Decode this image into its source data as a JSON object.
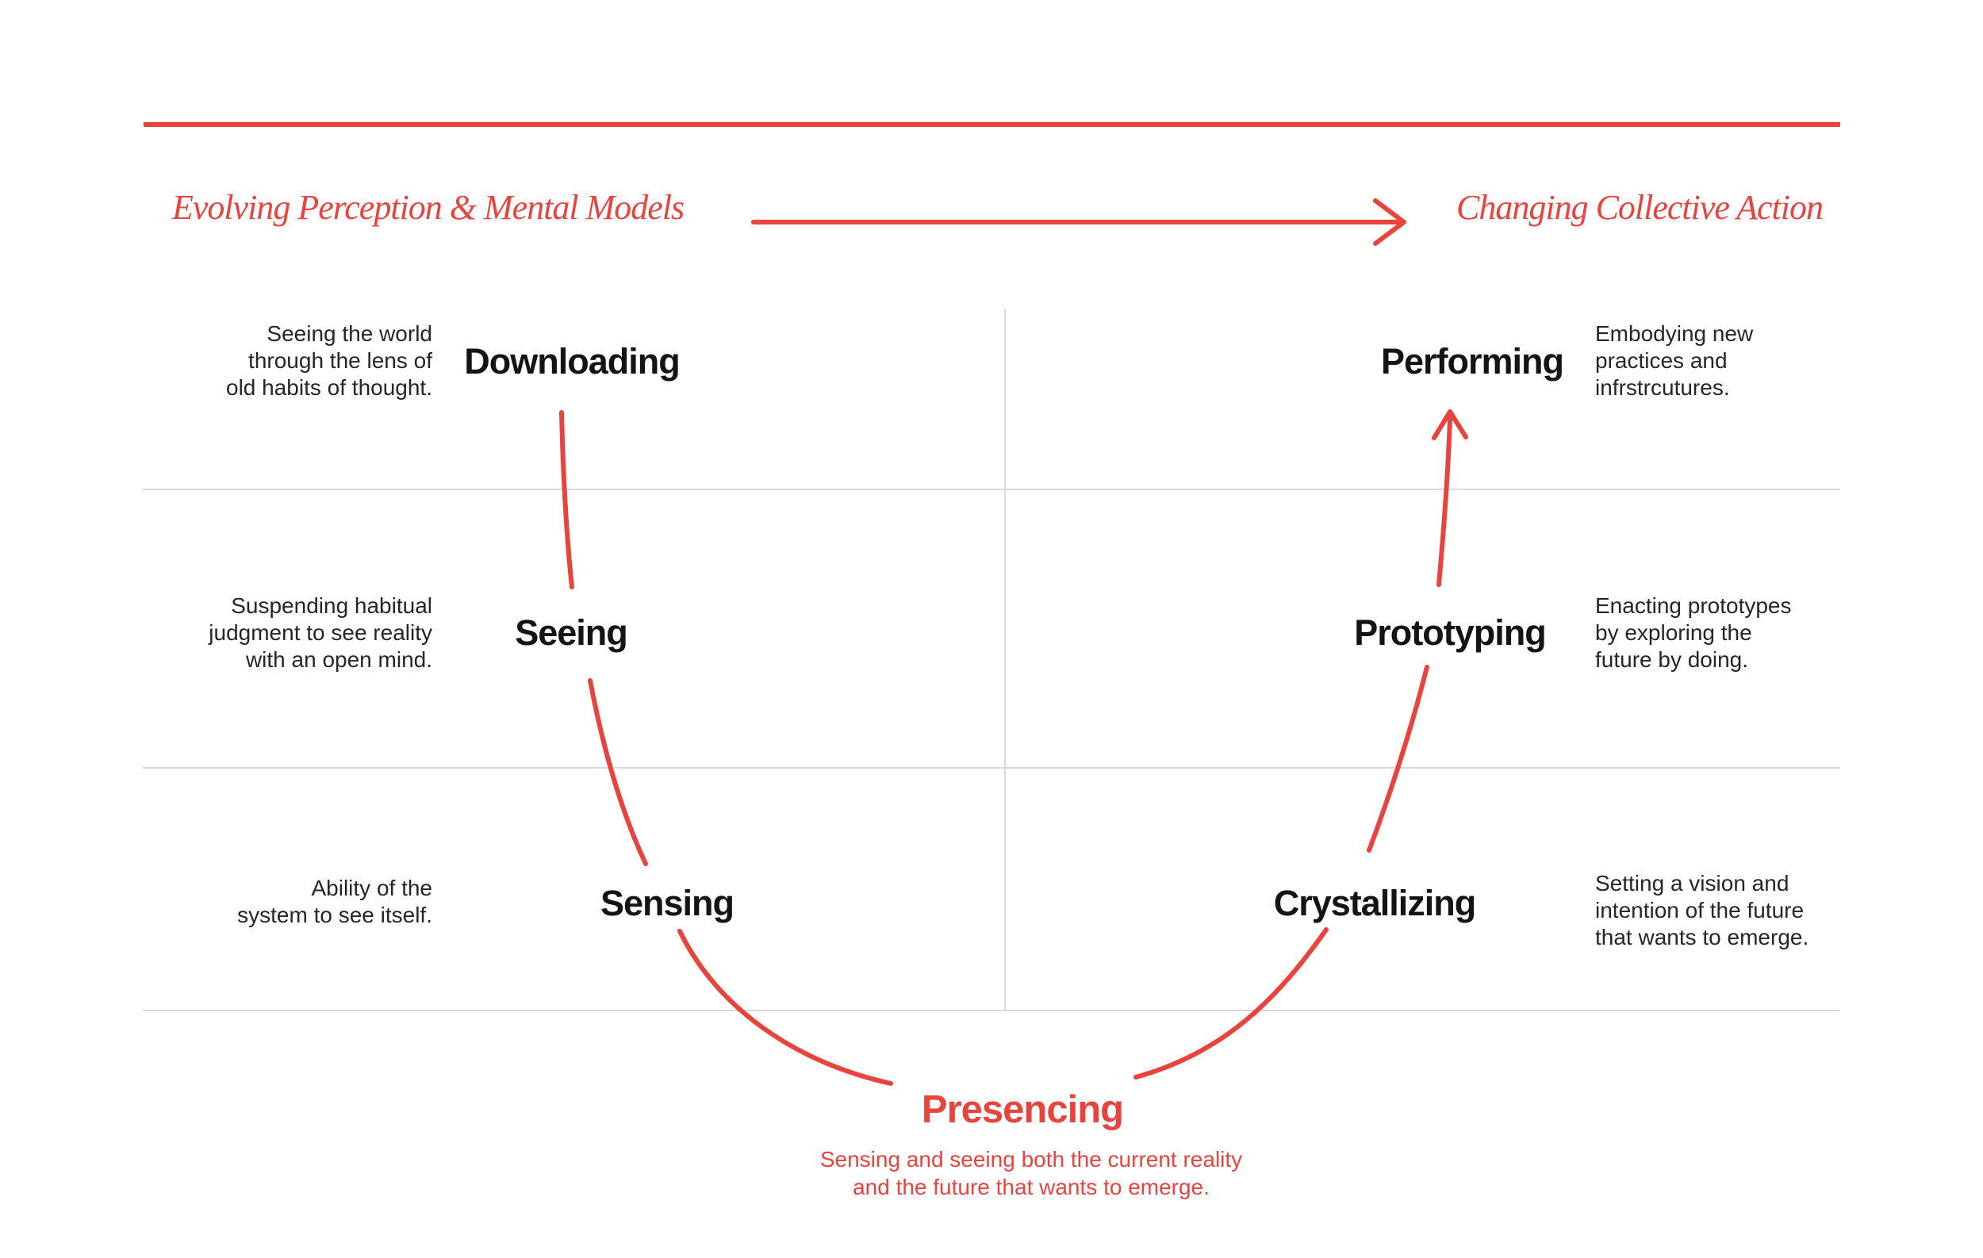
{
  "colors": {
    "accent_red": "#e8433c",
    "grid_gray": "#d9d9d9",
    "text_black": "#141414",
    "background": "#ffffff"
  },
  "header": {
    "left_title": "Evolving Perception & Mental Models",
    "right_title": "Changing Collective Action",
    "arrow_icon": "right-arrow"
  },
  "left_column_stages": [
    {
      "label": "Downloading",
      "description": "Seeing the world\nthrough the lens of\nold habits of thought."
    },
    {
      "label": "Seeing",
      "description": "Suspending habitual\njudgment to see reality\nwith an open mind."
    },
    {
      "label": "Sensing",
      "description": "Ability of the\nsystem to see itself."
    }
  ],
  "right_column_stages": [
    {
      "label": "Performing",
      "description": "Embodying new\npractices and\ninfrstrcutures."
    },
    {
      "label": "Prototyping",
      "description": "Enacting prototypes\nby exploring the\nfuture by doing."
    },
    {
      "label": "Crystallizing",
      "description": "Setting a vision and\nintention of the future\nthat wants to emerge."
    }
  ],
  "bottom_stage": {
    "label": "Presencing",
    "description": "Sensing and seeing both the current reality\nand the future that wants to emerge."
  },
  "icons": {
    "header_arrow": "right-arrow",
    "performing_arrow": "up-arrow"
  }
}
